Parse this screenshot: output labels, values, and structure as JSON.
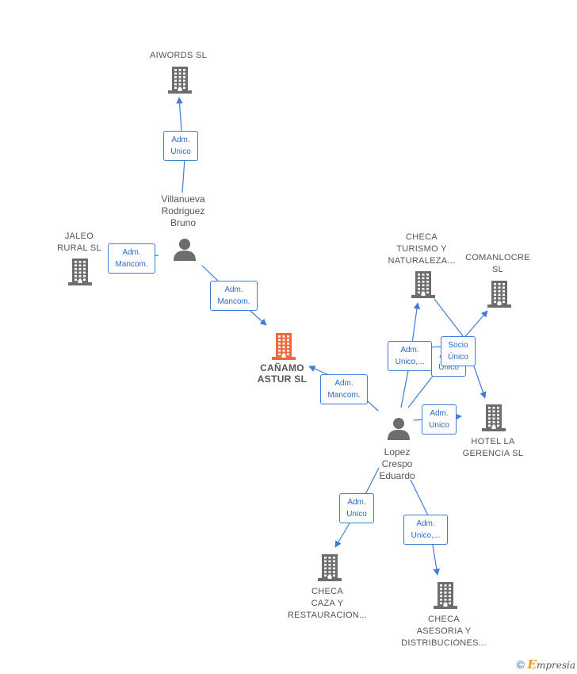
{
  "nodes": {
    "aiwords": {
      "lines": [
        "AIWORDS  SL"
      ],
      "type": "company"
    },
    "jaleo": {
      "lines": [
        "JALEO",
        "RURAL  SL"
      ],
      "type": "company"
    },
    "canamo": {
      "lines": [
        "CAÑAMO",
        "ASTUR  SL"
      ],
      "type": "company-main"
    },
    "villanueva": {
      "lines": [
        "Villanueva",
        "Rodriguez",
        "Bruno"
      ],
      "type": "person"
    },
    "lopez": {
      "lines": [
        "Lopez",
        "Crespo",
        "Eduardo"
      ],
      "type": "person"
    },
    "checa_turismo": {
      "lines": [
        "CHECA",
        "TURISMO Y",
        "NATURALEZA..."
      ],
      "type": "company"
    },
    "comanlocre": {
      "lines": [
        "COMANLOCRE",
        "SL"
      ],
      "type": "company"
    },
    "hotel": {
      "lines": [
        "HOTEL LA",
        "GERENCIA  SL"
      ],
      "type": "company"
    },
    "checa_caza": {
      "lines": [
        "CHECA",
        "CAZA Y",
        "RESTAURACION..."
      ],
      "type": "company"
    },
    "checa_asesoria": {
      "lines": [
        "CHECA",
        "ASESORIA Y",
        "DISTRIBUCIONES..."
      ],
      "type": "company"
    }
  },
  "edges": [
    {
      "from": "villanueva",
      "to": "aiwords",
      "lines": [
        "Adm.",
        "Unico"
      ]
    },
    {
      "from": "villanueva",
      "to": "jaleo",
      "lines": [
        "Adm.",
        "Mancom."
      ]
    },
    {
      "from": "villanueva",
      "to": "canamo",
      "lines": [
        "Adm.",
        "Mancom."
      ]
    },
    {
      "from": "lopez",
      "to": "canamo",
      "lines": [
        "Adm.",
        "Mancom."
      ]
    },
    {
      "from": "lopez",
      "to": "checa_turismo",
      "lines": [
        "Adm.",
        "Unico,..."
      ]
    },
    {
      "from": "lopez",
      "to": "comanlocre",
      "lines": [
        "Adm.",
        "Unico"
      ]
    },
    {
      "from": "checa_turismo",
      "to": "hotel",
      "lines": [
        "Socio",
        "Único"
      ]
    },
    {
      "from": "lopez",
      "to": "hotel",
      "lines": [
        "Adm.",
        "Unico"
      ]
    },
    {
      "from": "lopez",
      "to": "checa_caza",
      "lines": [
        "Adm.",
        "Unico"
      ]
    },
    {
      "from": "lopez",
      "to": "checa_asesoria",
      "lines": [
        "Adm.",
        "Unico,..."
      ]
    }
  ],
  "colors": {
    "edge": "#3b7dd8",
    "company_icon": "#6d6d6d",
    "main_company_icon": "#f06a3a",
    "person_icon": "#6d6d6d"
  },
  "footer": {
    "copyright": "©",
    "brand_initial": "E",
    "brand_rest": "mpresia"
  }
}
